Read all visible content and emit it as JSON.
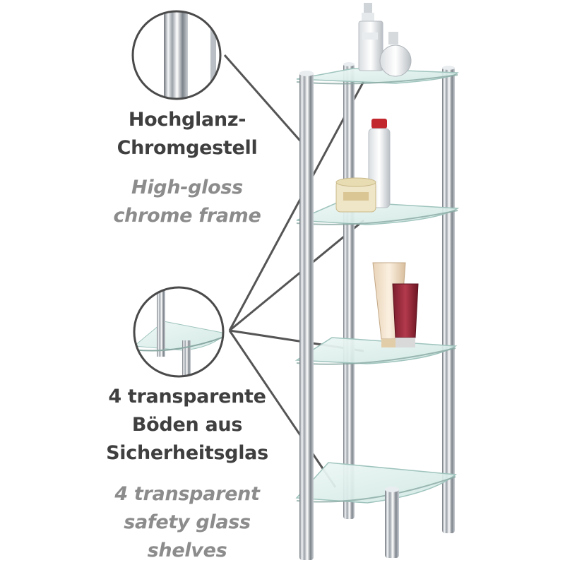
{
  "labels": {
    "frame_de_line1": "Hochglanz-",
    "frame_de_line2": "Chromgestell",
    "frame_en_line1": "High-gloss",
    "frame_en_line2": "chrome frame",
    "shelves_de_line1": "4 transparente",
    "shelves_de_line2": "Böden aus",
    "shelves_de_line3": "Sicherheitsglas",
    "shelves_en_line1": "4 transparent",
    "shelves_en_line2": "safety glass",
    "shelves_en_line3": "shelves"
  },
  "colors": {
    "german_text": "#3f3f3f",
    "english_text": "#8c8c8c",
    "callout_line": "#555555",
    "chrome": "#c8cdd2",
    "glass": "#d6ece8"
  }
}
